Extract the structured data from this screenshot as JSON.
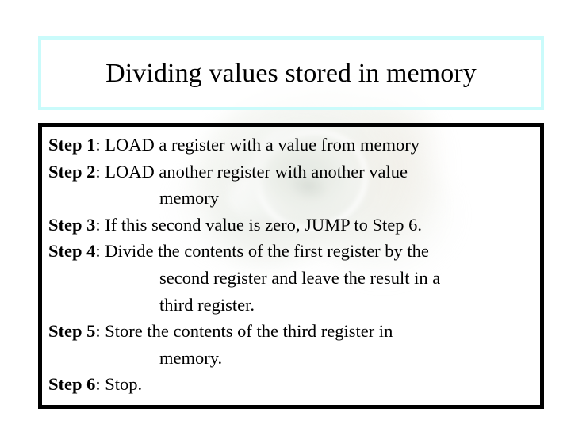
{
  "slide": {
    "title": "Dividing values stored in memory",
    "title_border_color": "#cafbfb",
    "body_border_color": "#000000",
    "background_color": "#ffffff",
    "text_color": "#000000",
    "watermark": "faint-floral-lily-watermark"
  },
  "body": {
    "lines": [
      {
        "label": "Step 1",
        "separator": ": ",
        "text": "LOAD a register with a value from memory",
        "continuation": false
      },
      {
        "label": "Step 2",
        "separator": ": ",
        "text": "LOAD another register with another value",
        "continuation": false
      },
      {
        "label": "",
        "separator": "",
        "text": "memory",
        "continuation": true
      },
      {
        "label": "Step 3",
        "separator": ": ",
        "text": "If this second value is zero, JUMP to Step 6.",
        "continuation": false
      },
      {
        "label": "Step 4",
        "separator": ": ",
        "text": "Divide the contents of the first register by the",
        "continuation": false
      },
      {
        "label": "",
        "separator": "",
        "text": "second register and leave the result in a",
        "continuation": true
      },
      {
        "label": "",
        "separator": "",
        "text": "third register.",
        "continuation": true
      },
      {
        "label": "Step 5",
        "separator": ": ",
        "text": "Store the contents of the third register in",
        "continuation": false
      },
      {
        "label": "",
        "separator": "",
        "text": "memory.",
        "continuation": true
      },
      {
        "label": "Step 6",
        "separator": ": ",
        "text": "Stop.",
        "continuation": false
      }
    ]
  }
}
